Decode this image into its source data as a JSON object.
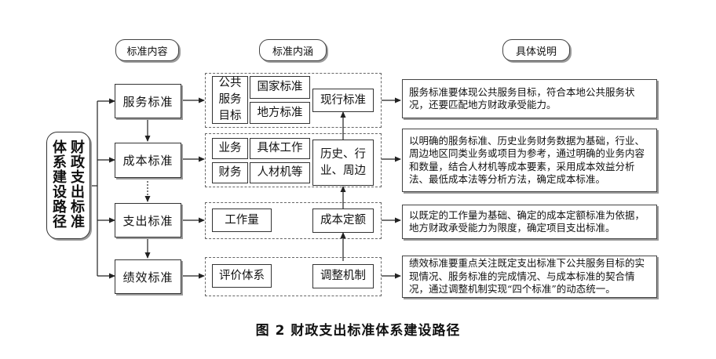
{
  "headers": {
    "content": "标准内容",
    "connotation": "标准内涵",
    "explanation": "具体说明"
  },
  "root": {
    "col1": "体系建设路径",
    "col2": "财政支出标准"
  },
  "standards": [
    "服务标准",
    "成本标准",
    "支出标准",
    "绩效标准"
  ],
  "connotations": {
    "service": {
      "public_goal": "公共服务目标",
      "national": "国家标准",
      "local": "地方标准",
      "current": "现行标准"
    },
    "cost": {
      "business": "业务",
      "specific_work": "具体工作",
      "finance": "财务",
      "labor_machine": "人材机等",
      "history": "历史、行业、周边"
    },
    "expenditure": {
      "workload": "工作量",
      "cost_quota": "成本定额"
    },
    "performance": {
      "evaluation": "评价体系",
      "adjustment": "调整机制"
    }
  },
  "descriptions": [
    "服务标准要体现公共服务目标，符合本地公共服务状况，还要匹配地方财政承受能力。",
    "以明确的服务标准、历史业务财务数据为基础，行业、周边地区同类业务或项目为参考，通过明确的业务内容和数量，结合人材机等成本要素，采用成本效益分析法、最低成本法等分析方法，确定成本标准。",
    "以既定的工作量为基础、确定的成本定额标准为依据，地方财政承受能力为限度，确定项目支出标准。",
    "绩效标准要重点关注既定支出标准下公共服务目标的实现情况、服务标准的完成情况、与成本标准的契合情况，通过调整机制实现“四个标准”的动态统一。"
  ],
  "caption": "图 2 财政支出标准体系建设路径"
}
